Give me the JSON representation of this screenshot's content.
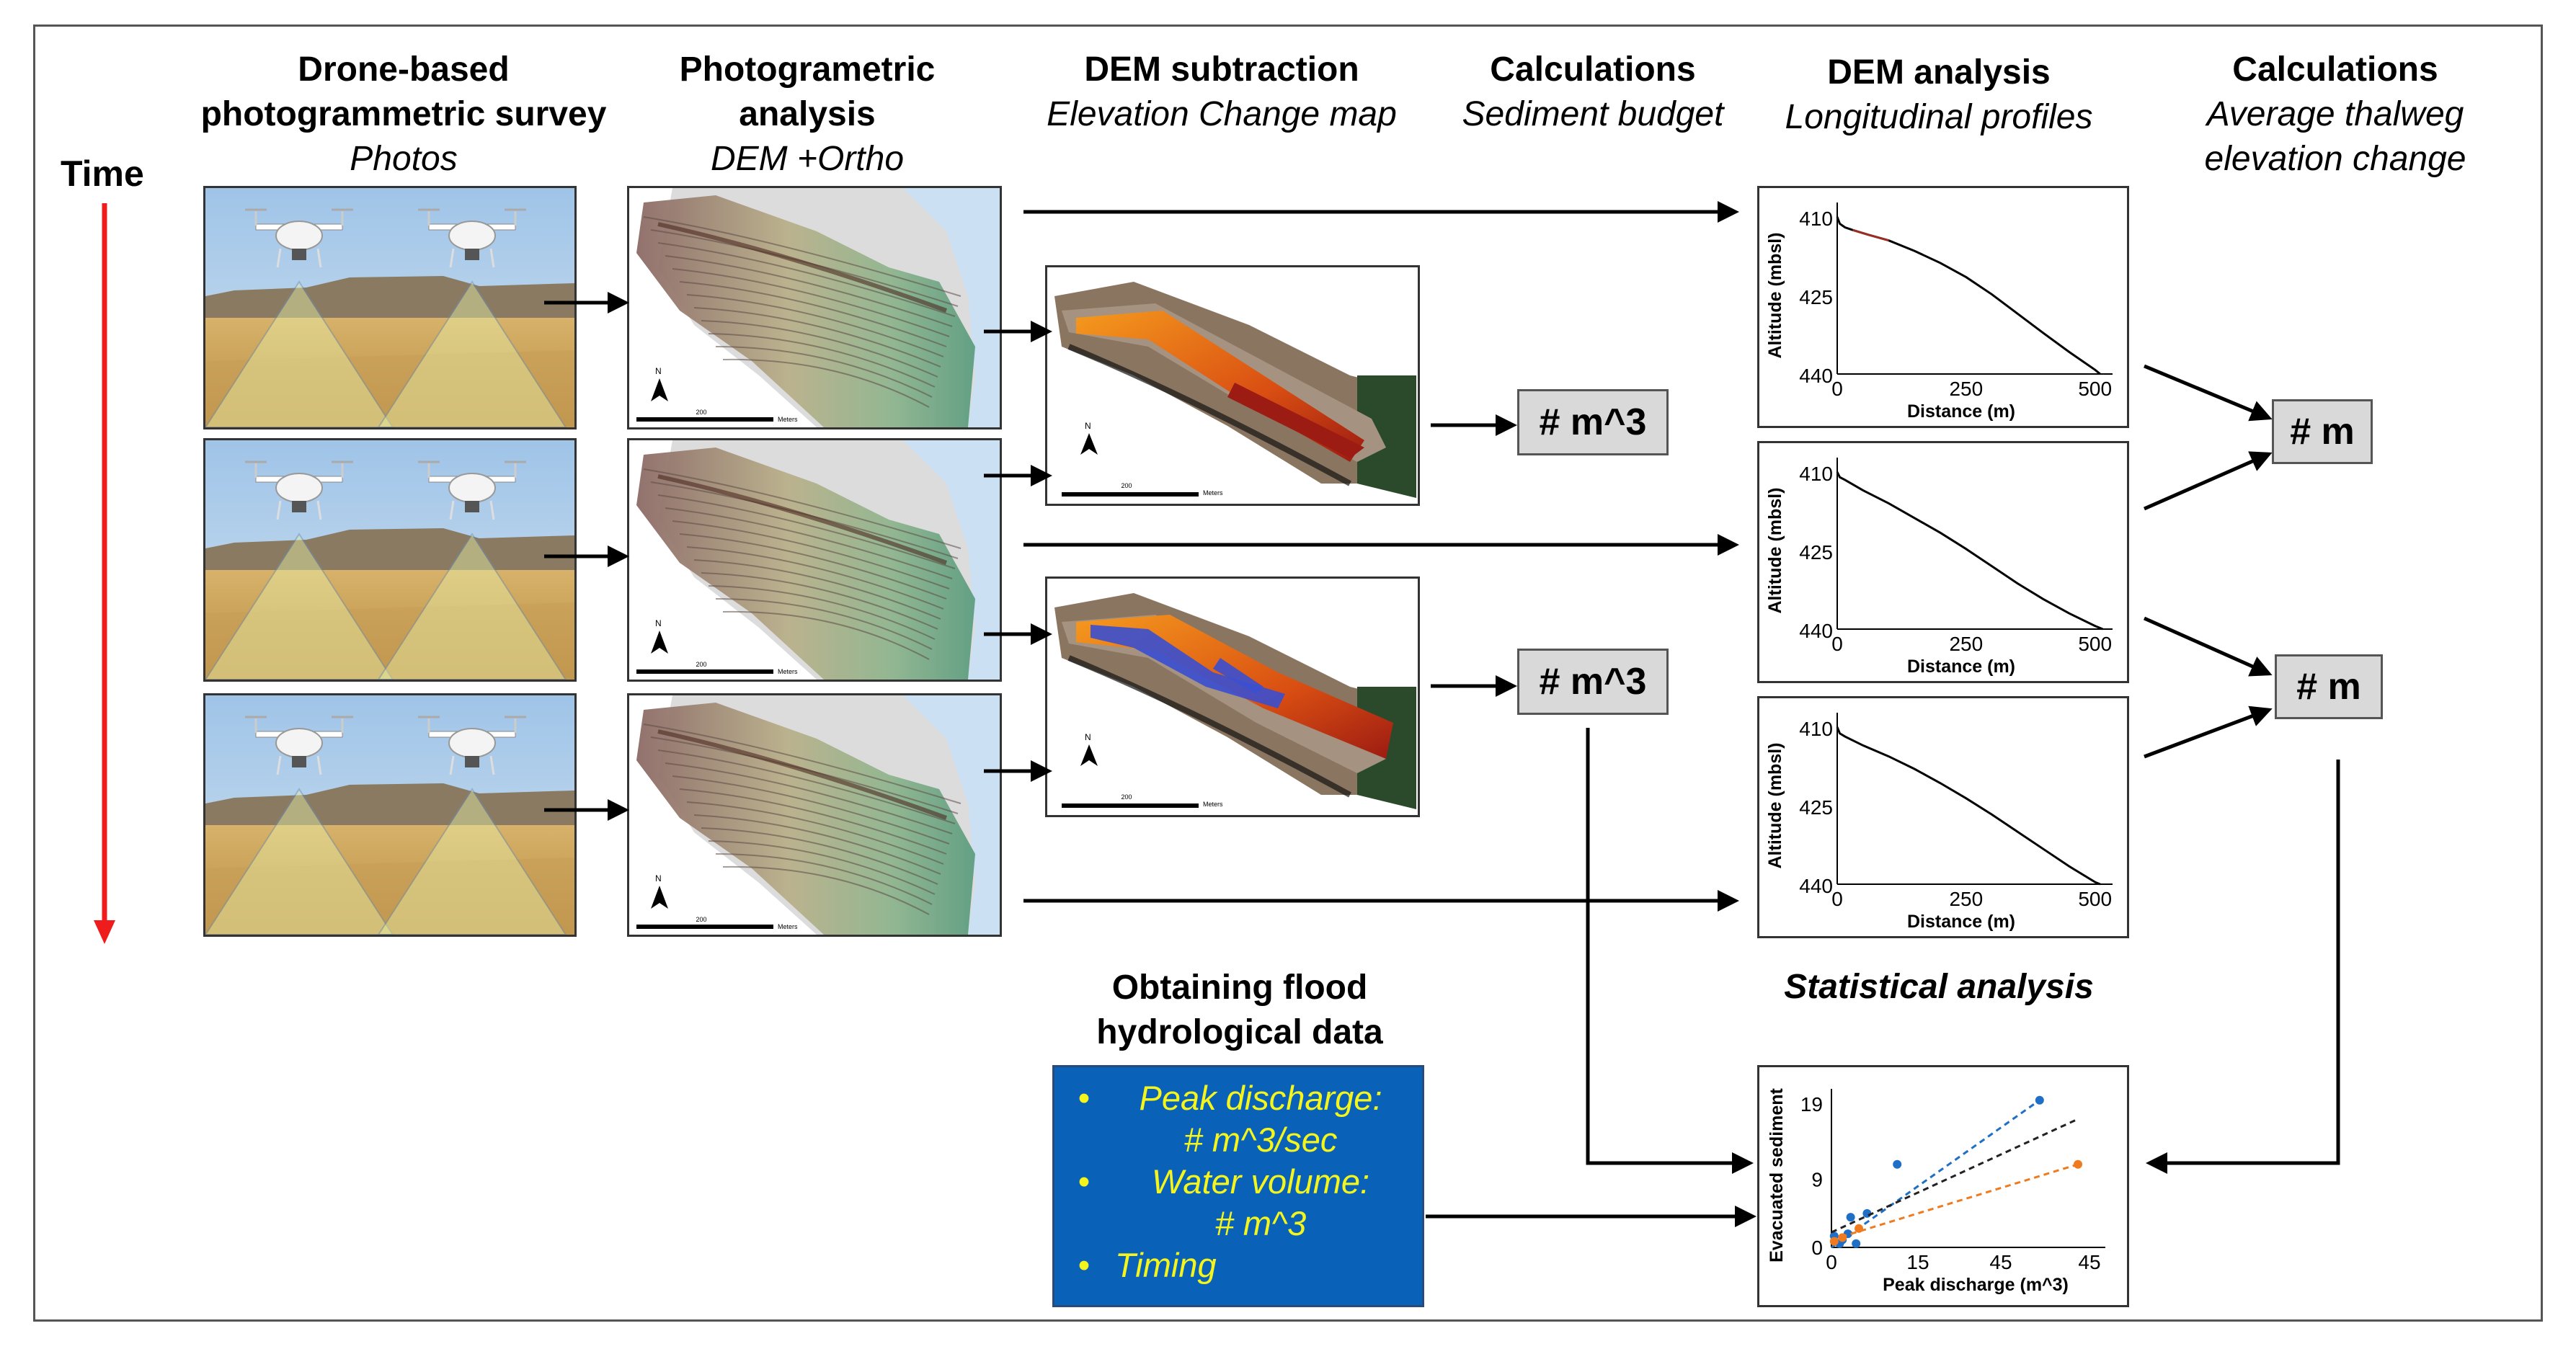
{
  "headers": {
    "drone": {
      "line1": "Drone-based",
      "line2": "photogrammetric survey",
      "sub": "Photos"
    },
    "photogram": {
      "line1": "Photogrametric",
      "line2": "analysis",
      "sub": "DEM +Ortho"
    },
    "dem_sub": {
      "title": "DEM subtraction",
      "sub": "Elevation Change map"
    },
    "calc1": {
      "title": "Calculations",
      "sub": "Sediment budget"
    },
    "dem_analysis": {
      "title": "DEM analysis",
      "sub": "Longitudinal profiles"
    },
    "calc2": {
      "title": "Calculations",
      "sub1": "Average  thalweg",
      "sub2": "elevation change"
    }
  },
  "time_label": "Time",
  "sediment_callouts": [
    "# m^3",
    "# m^3"
  ],
  "thalweg_callouts": [
    "# m",
    "# m"
  ],
  "map_labels": {
    "north": "N",
    "scale_value": "200",
    "scale_unit": "Meters"
  },
  "profile_chart": {
    "ylabel": "Altitude (mbsl)",
    "xlabel": "Distance (m)",
    "yticks": [
      "410",
      "425",
      "440"
    ],
    "xticks": [
      "0",
      "250",
      "500"
    ]
  },
  "flood_header": {
    "line1": "Obtaining flood",
    "line2": "hydrological data"
  },
  "flood_items": [
    {
      "bullet": "•",
      "line1": "Peak discharge:",
      "line2": "# m^3/sec"
    },
    {
      "bullet": "•",
      "line1": "Water volume:",
      "line2": "# m^3"
    },
    {
      "bullet": "•",
      "line1": "Timing",
      "line2": ""
    }
  ],
  "stats_title": "Statistical analysis",
  "chart_data": [
    {
      "type": "line",
      "xlabel": "Distance (m)",
      "ylabel": "Altitude (mbsl)",
      "xlim": [
        0,
        520
      ],
      "ylim": [
        410,
        440
      ],
      "x_ticks": [
        0,
        250,
        500
      ],
      "y_ticks": [
        410,
        425,
        440
      ],
      "series": [
        {
          "x": [
            0,
            5,
            15,
            30,
            60,
            100,
            150,
            200,
            250,
            300,
            350,
            400,
            450,
            500,
            510
          ],
          "y": [
            410,
            411.3,
            412,
            412.5,
            413.4,
            414.5,
            416.5,
            418.8,
            421.5,
            424.8,
            428.5,
            432.2,
            435.8,
            439.2,
            440
          ]
        }
      ]
    },
    {
      "type": "line",
      "xlabel": "Distance (m)",
      "ylabel": "Altitude (mbsl)",
      "xlim": [
        0,
        520
      ],
      "ylim": [
        410,
        440
      ],
      "x_ticks": [
        0,
        250,
        500
      ],
      "y_ticks": [
        410,
        425,
        440
      ],
      "series": [
        {
          "x": [
            0,
            5,
            15,
            50,
            100,
            150,
            200,
            250,
            300,
            350,
            400,
            450,
            500,
            515
          ],
          "y": [
            410,
            411,
            411.5,
            413.5,
            416,
            418.8,
            421.6,
            424.7,
            428,
            431.3,
            434.3,
            437,
            439.4,
            440
          ]
        }
      ]
    },
    {
      "type": "line",
      "xlabel": "Distance (m)",
      "ylabel": "Altitude (mbsl)",
      "xlim": [
        0,
        520
      ],
      "ylim": [
        410,
        440
      ],
      "x_ticks": [
        0,
        250,
        500
      ],
      "y_ticks": [
        410,
        425,
        440
      ],
      "series": [
        {
          "x": [
            0,
            5,
            15,
            50,
            100,
            150,
            200,
            250,
            300,
            350,
            400,
            450,
            500,
            510
          ],
          "y": [
            410,
            411.2,
            411.8,
            413.5,
            415.6,
            418,
            420.7,
            423.6,
            426.7,
            430,
            433.3,
            436.6,
            439.6,
            440
          ]
        }
      ]
    },
    {
      "type": "scatter",
      "xlabel": "Peak discharge (m^3)",
      "ylabel": "Evacuated sediment",
      "xlim": [
        0,
        50
      ],
      "ylim": [
        0,
        21
      ],
      "x_ticks": [
        0,
        15,
        45,
        45
      ],
      "y_ticks": [
        19,
        9,
        0
      ],
      "series": [
        {
          "color": "#1f6fc6",
          "x": [
            0.5,
            1.5,
            2,
            3,
            3.5,
            4.5,
            6.5,
            12,
            38
          ],
          "y": [
            1.5,
            0.5,
            1,
            1.8,
            4,
            0.5,
            4.5,
            11,
            19.5
          ],
          "trend": [
            [
              0,
              0
            ],
            [
              38,
              19.5
            ]
          ]
        },
        {
          "color": "#f07b1e",
          "x": [
            0.5,
            2,
            5,
            45
          ],
          "y": [
            0.8,
            1.3,
            2.5,
            11
          ],
          "trend": [
            [
              0,
              1
            ],
            [
              45,
              11
            ]
          ]
        },
        {
          "color": "#222222",
          "x": [],
          "y": [],
          "trend": [
            [
              0,
              2
            ],
            [
              45,
              17
            ]
          ]
        }
      ]
    }
  ]
}
